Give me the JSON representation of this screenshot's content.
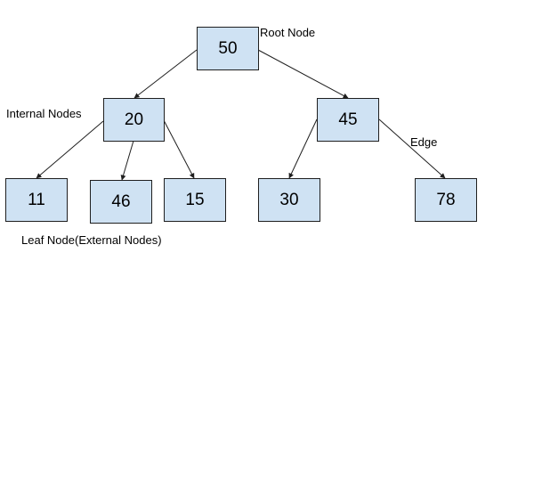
{
  "nodes": {
    "root": "50",
    "left": "20",
    "right": "45",
    "ll": "11",
    "lm": "46",
    "lr": "15",
    "rl": "30",
    "rr": "78"
  },
  "labels": {
    "root_node": "Root Node",
    "internal_nodes": "Internal Nodes",
    "edge": "Edge",
    "leaf_nodes": "Leaf Node(External Nodes)"
  },
  "colors": {
    "node_fill": "#cfe2f3",
    "node_border": "#1f1f1f",
    "edge": "#1f1f1f"
  }
}
